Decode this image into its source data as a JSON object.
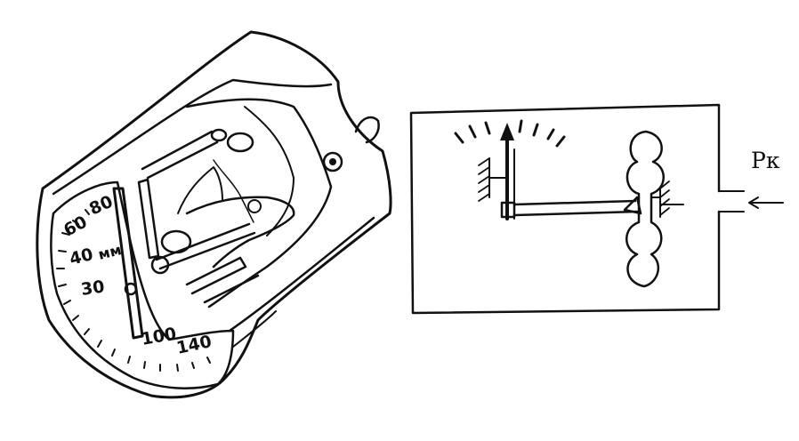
{
  "gauge": {
    "dial_labels": [
      "60",
      "80",
      "40",
      "мм",
      "30",
      "100",
      "140"
    ]
  },
  "schematic": {
    "pressure_label": "Рк"
  }
}
